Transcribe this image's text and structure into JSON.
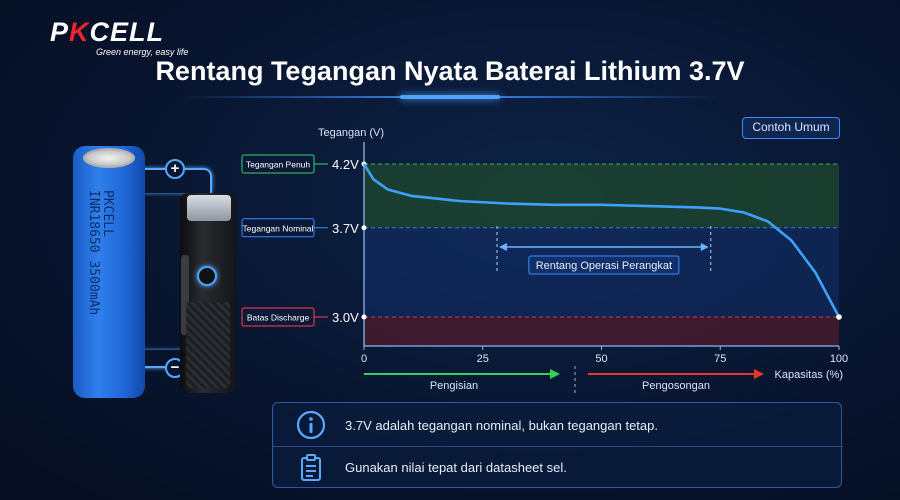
{
  "brand": {
    "name_prefix": "P",
    "name_k": "K",
    "name_suffix": "CELL",
    "tagline": "Green energy, easy life"
  },
  "title": "Rentang Tegangan Nyata Baterai Lithium 3.7V",
  "badge": "Contoh Umum",
  "battery": {
    "label_line1": "PKCELL",
    "label_line2": "INR18650 3500mAh",
    "plus": "+",
    "minus": "−"
  },
  "colors": {
    "accent": "#3d8bff",
    "curve": "#3ea0ff",
    "full_zone": "#1f4a2e",
    "discharge_zone": "#4a1a2a",
    "charge_arrow": "#2fd35a",
    "discharge_arrow": "#e8362b"
  },
  "chart_data": {
    "type": "line",
    "ylabel": "Tegangan (V)",
    "xlabel": "Kapasitas (%)",
    "xlim": [
      0,
      100
    ],
    "ylim": [
      2.8,
      4.4
    ],
    "x_ticks": [
      0,
      25,
      50,
      75,
      100
    ],
    "y_ticks": [
      {
        "value": 4.2,
        "label": "4.2V",
        "tag": "Tegangan Penuh",
        "color": "#36d36a"
      },
      {
        "value": 3.7,
        "label": "3.7V",
        "tag": "Tegangan Nominal",
        "color": "#3d8bff"
      },
      {
        "value": 3.0,
        "label": "3.0V",
        "tag": "Batas Discharge",
        "color": "#ff3f4f"
      }
    ],
    "series": [
      {
        "x": [
          0,
          2,
          5,
          10,
          15,
          20,
          30,
          40,
          50,
          60,
          70,
          75,
          80,
          85,
          90,
          95,
          100
        ],
        "y": [
          4.2,
          4.08,
          4.0,
          3.95,
          3.93,
          3.91,
          3.89,
          3.88,
          3.88,
          3.87,
          3.86,
          3.85,
          3.82,
          3.75,
          3.6,
          3.35,
          3.0
        ]
      }
    ],
    "operating_range": {
      "from": 28,
      "to": 73,
      "label": "Rentang Operasi Perangkat"
    },
    "bottom_arrows": {
      "charge": "Pengisian",
      "discharge": "Pengosongan"
    }
  },
  "info": [
    {
      "icon": "info-icon",
      "text": "3.7V adalah tegangan nominal, bukan tegangan tetap."
    },
    {
      "icon": "clipboard-icon",
      "text": "Gunakan nilai tepat dari datasheet sel."
    }
  ]
}
